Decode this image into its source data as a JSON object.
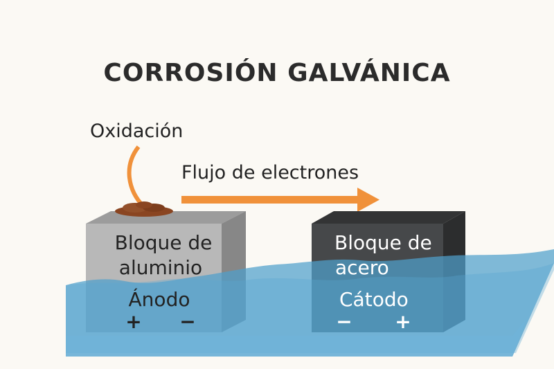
{
  "title": "CORROSIÓN GALVÁNICA",
  "oxidation_label": "Oxidación",
  "electron_flow_label": "Flujo de electrones",
  "anode_block": {
    "line1": "Bloque de",
    "line2": "aluminio",
    "role": "Ánodo",
    "sign_left": "+",
    "sign_right": "−"
  },
  "cathode_block": {
    "line1": "Bloque de",
    "line2": "acero",
    "role": "Cátodo",
    "sign_left": "−",
    "sign_right": "+"
  },
  "colors": {
    "arrow": "#f0913a",
    "rust": "#8a4521",
    "aluminum": "#b7b7b7",
    "steel": "#444546",
    "water": "#4f9fcc"
  }
}
